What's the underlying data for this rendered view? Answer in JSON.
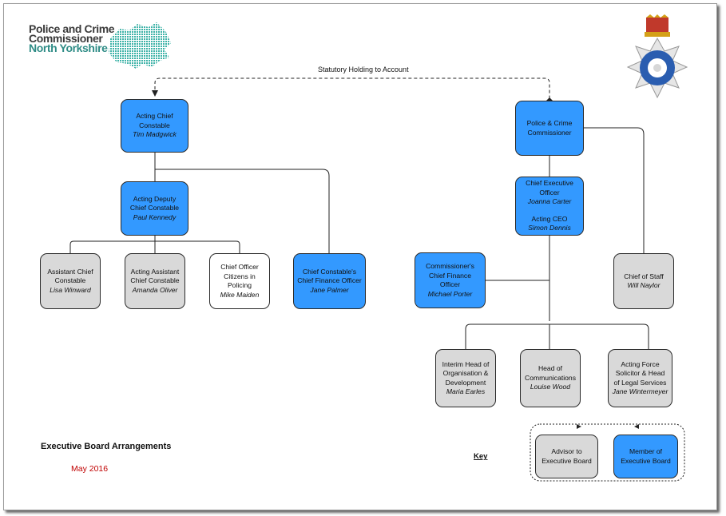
{
  "logo": {
    "line1": "Police and Crime",
    "line2": "Commissioner",
    "line3": "North Yorkshire"
  },
  "colors": {
    "member": "#3399ff",
    "advisor": "#d9d9d9",
    "other": "#ffffff",
    "brand_teal": "#2f8c86"
  },
  "diagram": {
    "statutory_label": "Statutory Holding to Account",
    "title": "Executive Board Arrangements",
    "date": "May 2016",
    "key_label": "Key"
  },
  "nodes": {
    "acc": {
      "role": "Acting Chief Constable",
      "name": "Tim Madgwick"
    },
    "adcc": {
      "role": "Acting Deputy Chief Constable",
      "name": "Paul Kennedy"
    },
    "acc_lisa": {
      "role": "Assistant Chief Constable",
      "name": "Lisa Winward"
    },
    "aacc": {
      "role": "Acting Assistant Chief Constable",
      "name": "Amanda Oliver"
    },
    "coc": {
      "role": "Chief Officer Citizens in Policing",
      "name": "Mike Maiden"
    },
    "ccfo": {
      "role": "Chief Constable's Chief Finance Officer",
      "name": "Jane Palmer"
    },
    "pcc": {
      "role": "Police & Crime Commissioner"
    },
    "ceo": {
      "role": "Chief Executive Officer",
      "name": "Joanna Carter",
      "role2": "Acting CEO",
      "name2": "Simon Dennis"
    },
    "cfo": {
      "role": "Commissioner's Chief Finance Officer",
      "name": "Michael Porter"
    },
    "cos": {
      "role": "Chief of Staff",
      "name": "Will Naylor"
    },
    "hod": {
      "role": "Interim Head of Organisation & Development",
      "name": "Maria Earles"
    },
    "hoc": {
      "role": "Head of Communications",
      "name": "Louise Wood"
    },
    "afs": {
      "role": "Acting Force Solicitor & Head of Legal Services",
      "name": "Jane Wintermeyer"
    }
  },
  "key": {
    "advisor": "Advisor to Executive Board",
    "member": "Member of Executive Board"
  }
}
